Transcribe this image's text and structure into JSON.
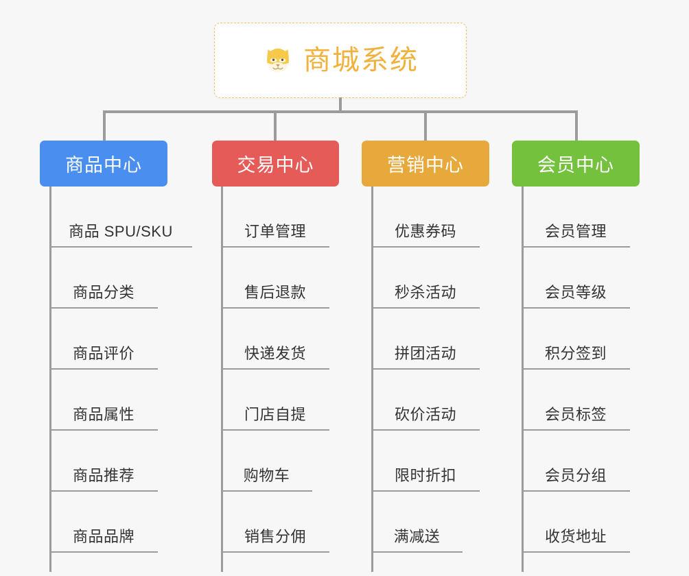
{
  "background_color": "#f7f7f7",
  "root": {
    "title": "商城系统",
    "icon": "shiba-dog-icon",
    "text_color": "#f0b23c",
    "border_color": "#f0c070",
    "background": "#ffffff"
  },
  "connector_color": "#9b9b9b",
  "columns": [
    {
      "header": "商品中心",
      "color": "#4a8ef0",
      "items": [
        "商品 SPU/SKU",
        "商品分类",
        "商品评价",
        "商品属性",
        "商品推荐",
        "商品品牌"
      ]
    },
    {
      "header": "交易中心",
      "color": "#e55b58",
      "items": [
        "订单管理",
        "售后退款",
        "快递发货",
        "门店自提",
        "购物车",
        "销售分佣"
      ]
    },
    {
      "header": "营销中心",
      "color": "#e8a93c",
      "items": [
        "优惠券码",
        "秒杀活动",
        "拼团活动",
        "砍价活动",
        "限时折扣",
        "满减送"
      ]
    },
    {
      "header": "会员中心",
      "color": "#73c13c",
      "items": [
        "会员管理",
        "会员等级",
        "积分签到",
        "会员标签",
        "会员分组",
        "收货地址"
      ]
    }
  ]
}
